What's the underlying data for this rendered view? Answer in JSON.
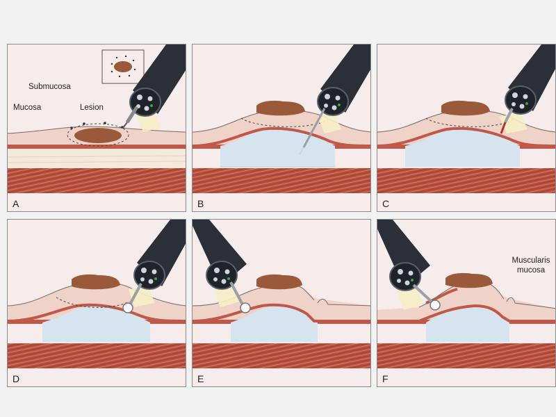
{
  "panels": [
    {
      "letter": "A",
      "labels": {
        "submucosa": "Submucosa",
        "mucosa": "Mucosa",
        "lesion": "Lesion"
      }
    },
    {
      "letter": "B"
    },
    {
      "letter": "C"
    },
    {
      "letter": "D"
    },
    {
      "letter": "E"
    },
    {
      "letter": "F",
      "labels": {
        "muscularis_line1": "Muscularis",
        "muscularis_line2": "mucosa"
      }
    }
  ],
  "colors": {
    "background": "#f2f2f2",
    "panel_bg": "#f6ecec",
    "mucosa": "#efd2c8",
    "muscularis_mucosa": "#c0584a",
    "submucosa": "#f4eadc",
    "muscle_layer": "#b8503f",
    "lesion": "#9a5a3a",
    "fluid_cushion": "#d6e4f0",
    "endoscope": "#2a2f38",
    "light_beam": "#f6eec4"
  }
}
